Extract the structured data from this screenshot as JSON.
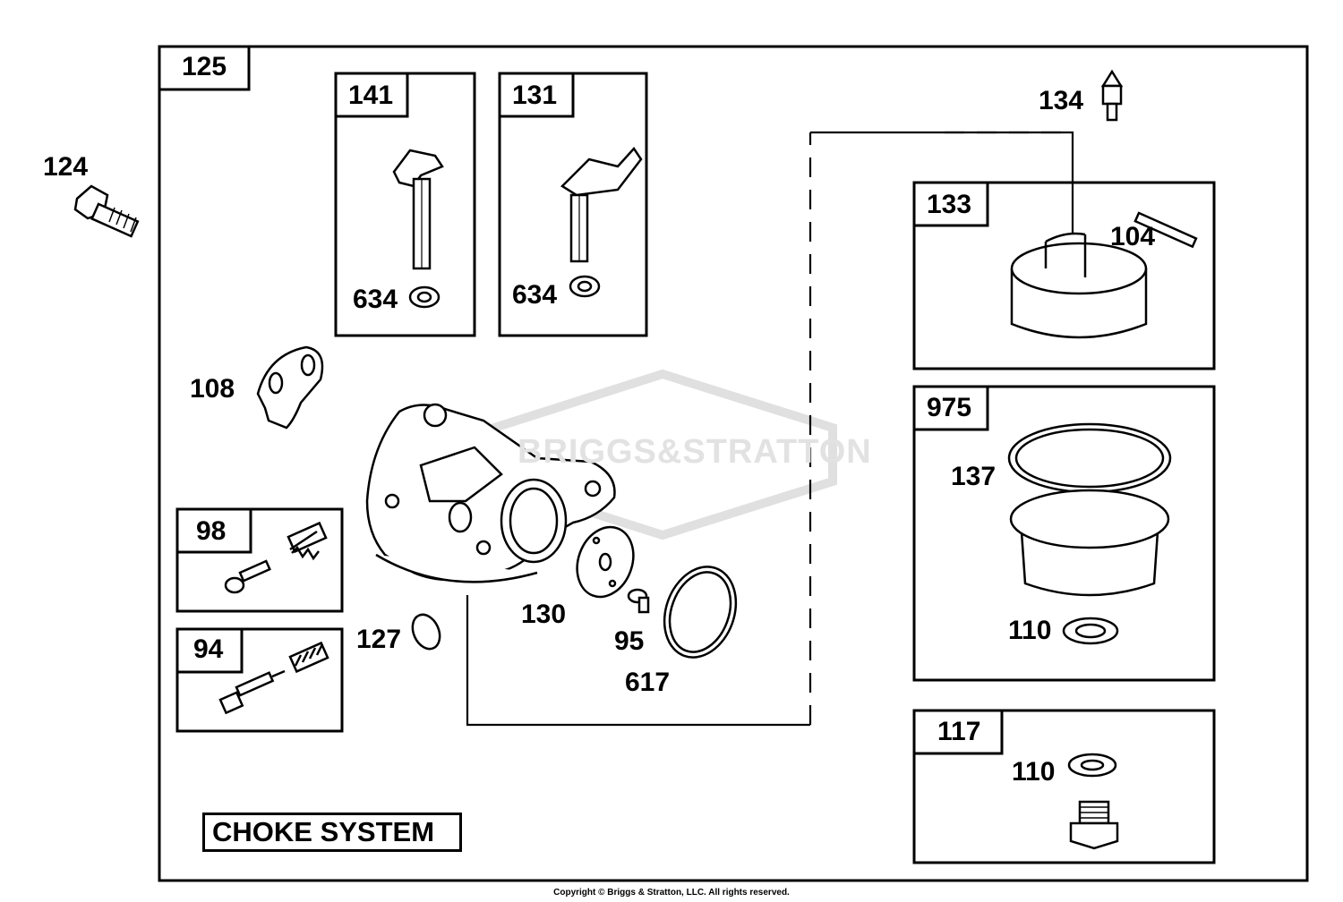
{
  "main_box": {
    "label": "125"
  },
  "sub_boxes": [
    {
      "id": "box-141",
      "label": "141"
    },
    {
      "id": "box-131",
      "label": "131"
    },
    {
      "id": "box-133",
      "label": "133"
    },
    {
      "id": "box-975",
      "label": "975"
    },
    {
      "id": "box-98",
      "label": "98"
    },
    {
      "id": "box-94",
      "label": "94"
    },
    {
      "id": "box-117",
      "label": "117"
    }
  ],
  "part_labels": [
    {
      "id": "124",
      "text": "124"
    },
    {
      "id": "634a",
      "text": "634"
    },
    {
      "id": "634b",
      "text": "634"
    },
    {
      "id": "134",
      "text": "134"
    },
    {
      "id": "104",
      "text": "104"
    },
    {
      "id": "108",
      "text": "108"
    },
    {
      "id": "137",
      "text": "137"
    },
    {
      "id": "110a",
      "text": "110"
    },
    {
      "id": "110b",
      "text": "110"
    },
    {
      "id": "127",
      "text": "127"
    },
    {
      "id": "130",
      "text": "130"
    },
    {
      "id": "95",
      "text": "95"
    },
    {
      "id": "617",
      "text": "617"
    }
  ],
  "section_title": "CHOKE SYSTEM",
  "watermark": "BRIGGS&STRATTON",
  "copyright": "Copyright © Briggs & Stratton, LLC. All rights reserved."
}
